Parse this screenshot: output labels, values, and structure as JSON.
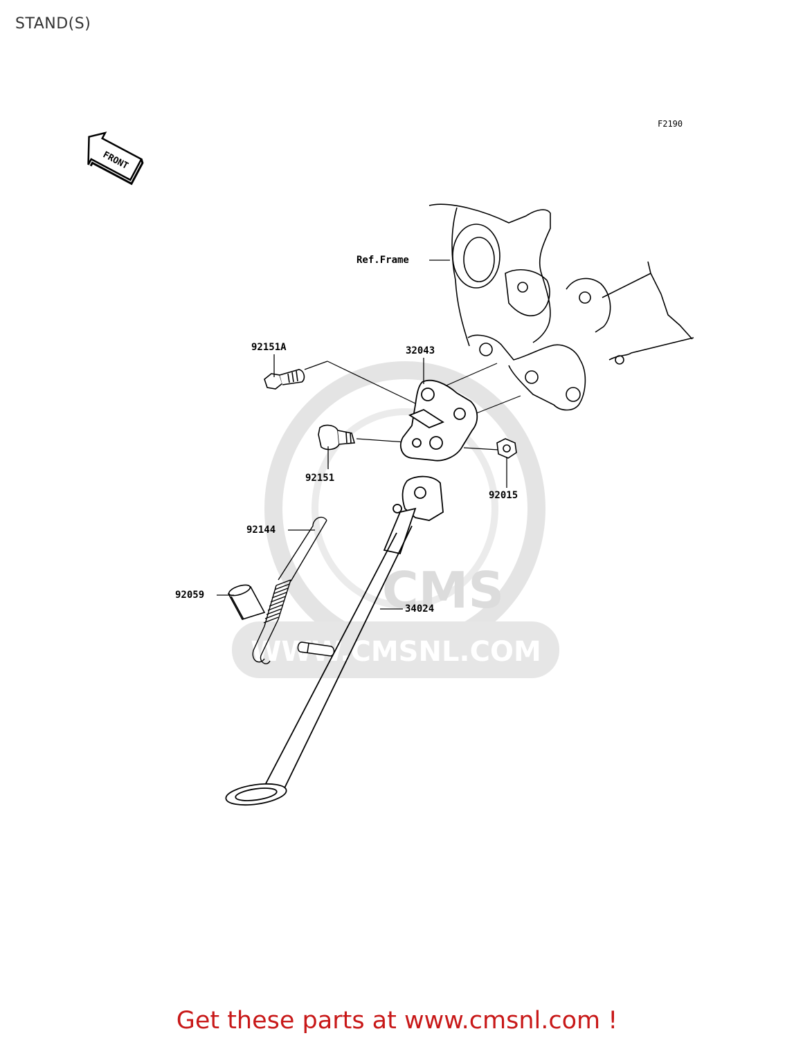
{
  "page": {
    "title": "STAND(S)"
  },
  "diagram": {
    "figure_code": "F2190",
    "front_label": "FRONT",
    "reference_label": "Ref.Frame",
    "parts": [
      {
        "number": "92151A"
      },
      {
        "number": "32043"
      },
      {
        "number": "92151"
      },
      {
        "number": "92015"
      },
      {
        "number": "92144"
      },
      {
        "number": "92059"
      },
      {
        "number": "34024"
      }
    ]
  },
  "watermark": {
    "logo_text": "CMS",
    "url_text": "WWW.CMSNL.COM"
  },
  "footer": {
    "promo_text": "Get these parts at www.cmsnl.com !"
  },
  "colors": {
    "promo": "#c81818",
    "line": "#000000",
    "watermark": "#e2e2e2"
  }
}
